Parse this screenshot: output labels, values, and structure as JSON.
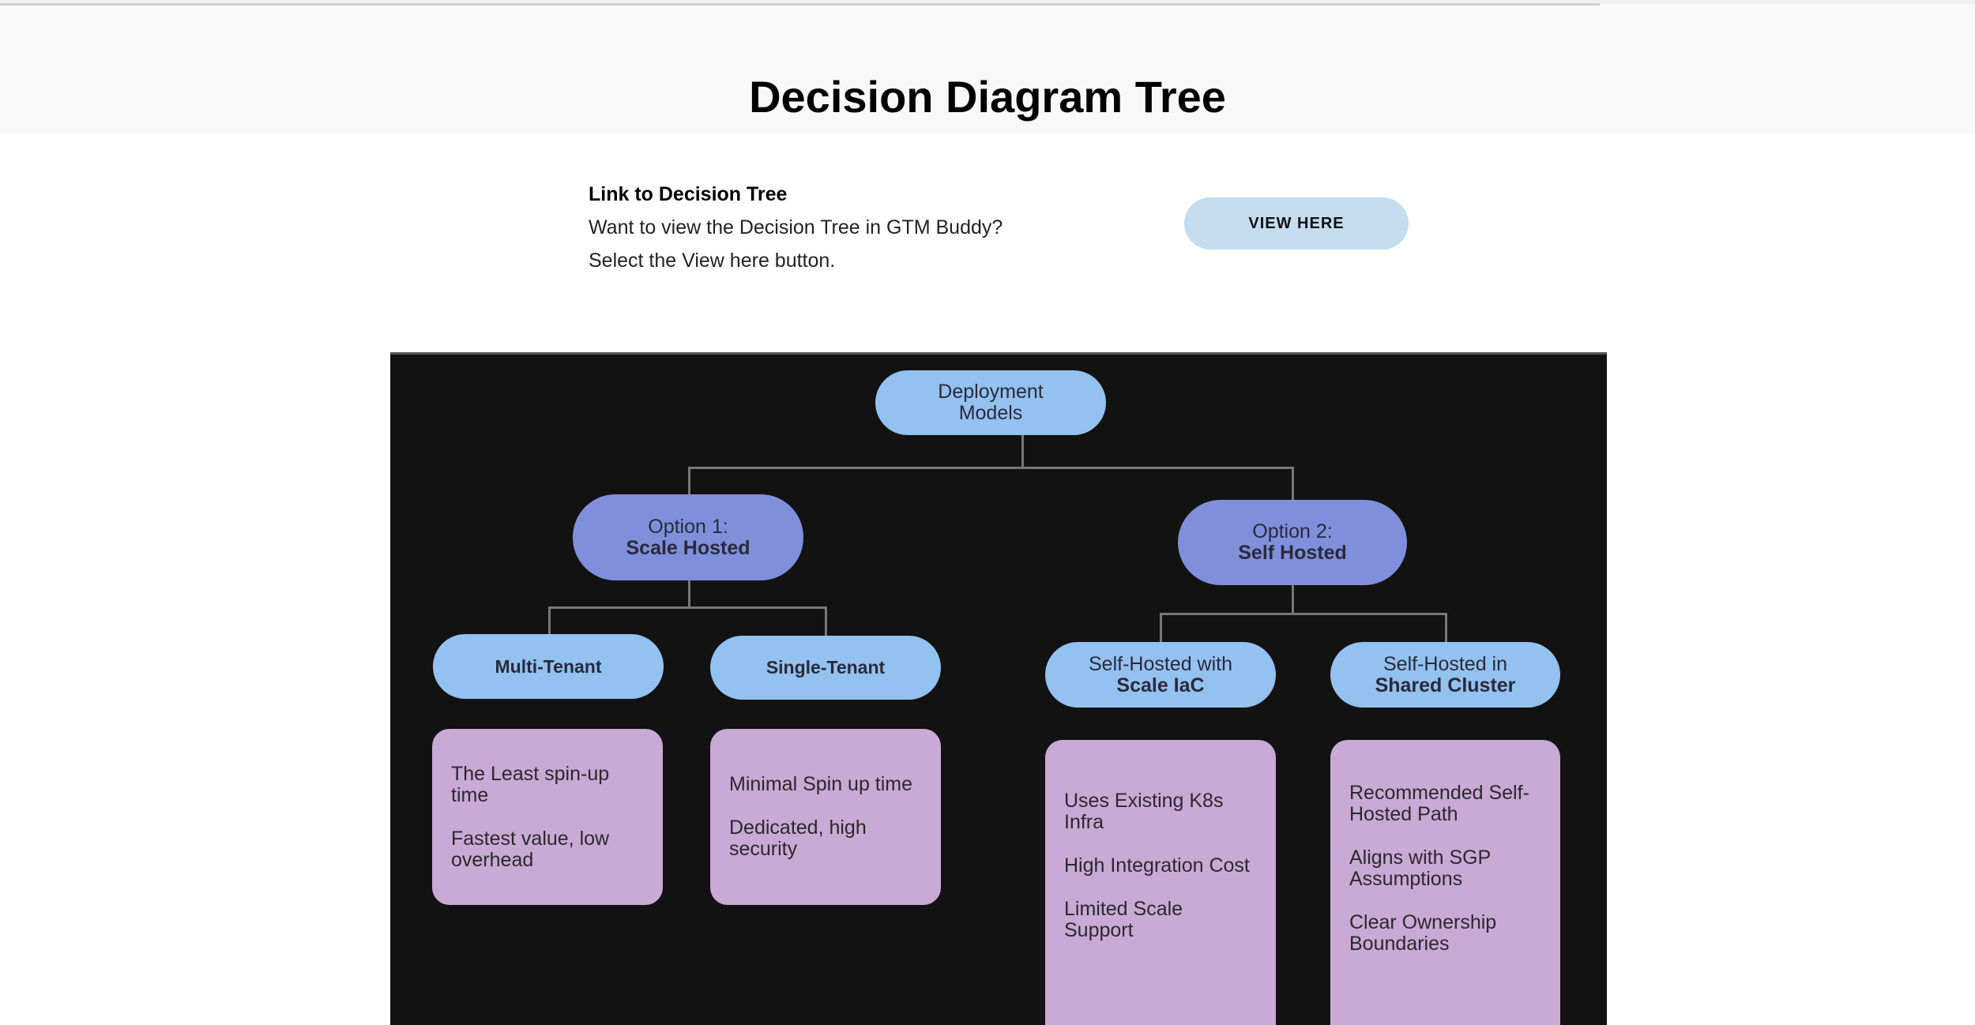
{
  "header": {
    "title": "Decision Diagram Tree"
  },
  "link_section": {
    "heading": "Link to Decision Tree",
    "line1": "Want to view the Decision Tree in GTM Buddy?",
    "line2": "Select the View here button.",
    "button_label": "VIEW HERE"
  },
  "diagram": {
    "root": {
      "line1": "Deployment",
      "line2": "Models"
    },
    "option1": {
      "line1": "Option 1:",
      "line2": "Scale Hosted"
    },
    "option2": {
      "line1": "Option 2:",
      "line2": "Self Hosted"
    },
    "multi_tenant": {
      "label": "Multi-Tenant",
      "points": [
        "The Least spin-up time",
        "Fastest value, low overhead"
      ]
    },
    "single_tenant": {
      "label": "Single-Tenant",
      "points": [
        "Minimal Spin up time",
        "Dedicated, high security"
      ]
    },
    "self_hosted_iac": {
      "line1": "Self-Hosted with",
      "line2": "Scale IaC",
      "points": [
        "Uses Existing K8s Infra",
        "High Integration Cost",
        "Limited Scale Support"
      ]
    },
    "self_hosted_shared": {
      "line1": "Self-Hosted in",
      "line2": "Shared Cluster",
      "points": [
        "Recommended Self-Hosted Path",
        "Aligns with SGP Assumptions",
        "Clear Ownership Boundaries"
      ]
    },
    "colors": {
      "background": "#121212",
      "leaf_node": "#93c1f0",
      "option_node": "#7f8fdc",
      "detail_box": "#c9a9d6",
      "connector": "#777777"
    }
  }
}
